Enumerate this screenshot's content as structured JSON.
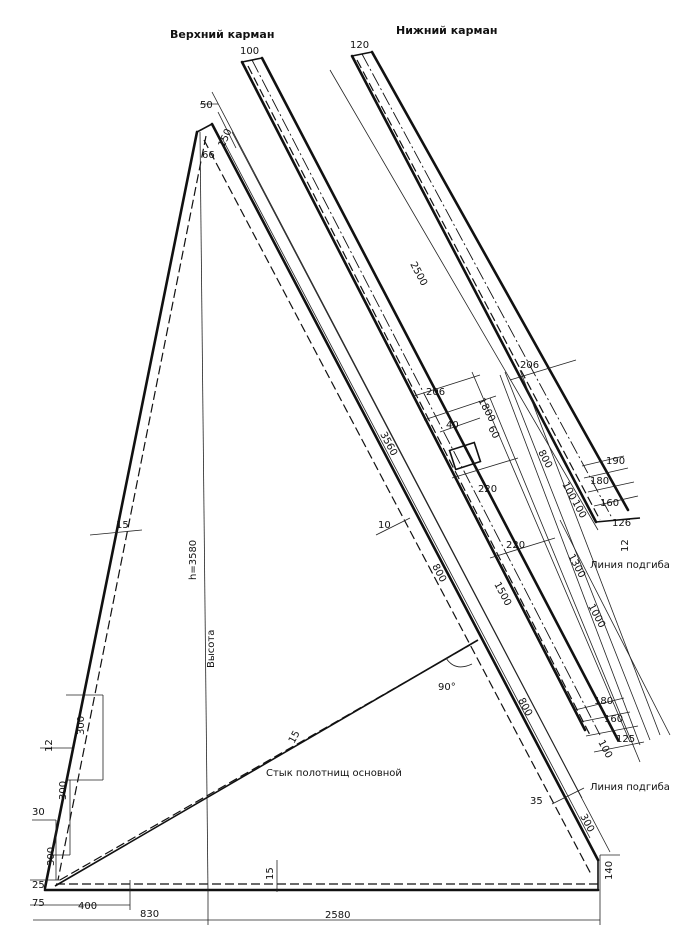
{
  "titles": {
    "upper_pocket": "Верхний карман",
    "lower_pocket": "Нижний карман"
  },
  "notes": {
    "height": "h=3580",
    "height_word": "Высота",
    "seam": "Стык полотнищ основной",
    "bend_line_1": "Линия подгиба",
    "bend_line_2": "Линия подгиба",
    "angle": "90°"
  },
  "dims": {
    "top_50": "50",
    "top_150": "150",
    "top_66": "66",
    "left_15": "15",
    "left_12": "12",
    "left_30": "30",
    "left_300a": "300",
    "left_300b": "300",
    "left_300c": "300",
    "left_25": "25",
    "left_75": "75",
    "base_400": "400",
    "base_830": "830",
    "base_2580": "2580",
    "base_15": "15",
    "seam_15": "15",
    "br_140": "140",
    "br_35": "35",
    "br_300": "300",
    "hyp_3560": "3560",
    "hyp_10": "10",
    "hyp_800a": "800",
    "hyp_800b": "800",
    "up_100": "100",
    "up_206": "206",
    "up_1800": "1800",
    "up_40": "40",
    "up_60": "60",
    "up_220a": "220",
    "up_220b": "220",
    "up_1500": "1500",
    "up_180": "180",
    "up_160": "160",
    "up_125": "125",
    "up_100b": "100",
    "low_120": "120",
    "low_2500": "2500",
    "low_206": "206",
    "low_800": "800",
    "low_190": "190",
    "low_180": "180",
    "low_160": "160",
    "low_126": "126",
    "low_12": "12",
    "low_100a": "100",
    "low_100b": "100",
    "low_1300": "1300",
    "low_1000": "1000"
  }
}
